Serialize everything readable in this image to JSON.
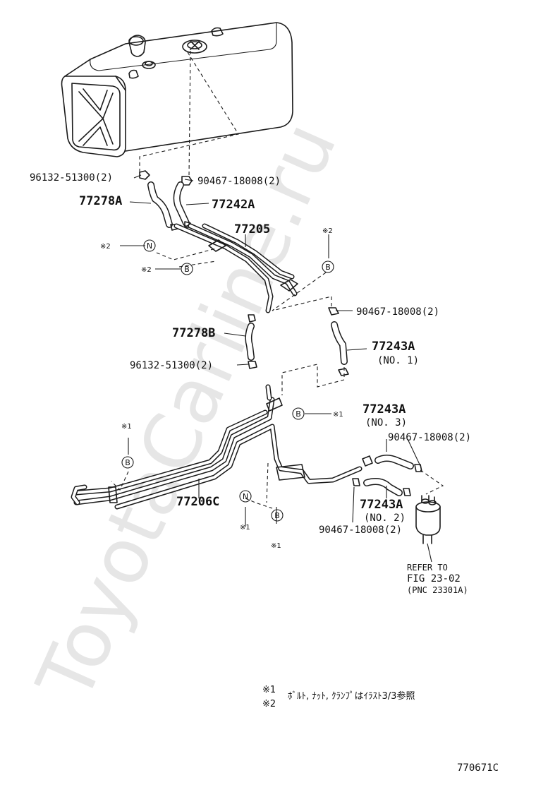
{
  "watermark": "ToyotaCarline.ru",
  "parts": {
    "p1": "96132-51300(2)",
    "p2": "90467-18008(2)",
    "p3": "77278A",
    "p4": "77242A",
    "p5": "77205",
    "p6": "90467-18008(2)",
    "p7": "77278B",
    "p8": "77243A",
    "p8_sub": "(NO. 1)",
    "p9": "96132-51300(2)",
    "p10": "77243A",
    "p10_sub": "(NO. 3)",
    "p11": "90467-18008(2)",
    "p12": "77206C",
    "p13": "77243A",
    "p13_sub": "(NO. 2)",
    "p14": "90467-18008(2)"
  },
  "refer": {
    "line1": "REFER TO",
    "line2": "FIG 23-02",
    "line3": "(PNC 23301A)"
  },
  "markers": {
    "n": "N",
    "b": "B",
    "ref1": "※1",
    "ref2": "※2"
  },
  "notes": {
    "mark1": "※1",
    "mark2": "※2",
    "text": "ﾎﾞﾙﾄ, ﾅｯﾄ, ｸﾗﾝﾌﾟはｲﾗｽﾄ3/3参照"
  },
  "figure_code": "770671C"
}
